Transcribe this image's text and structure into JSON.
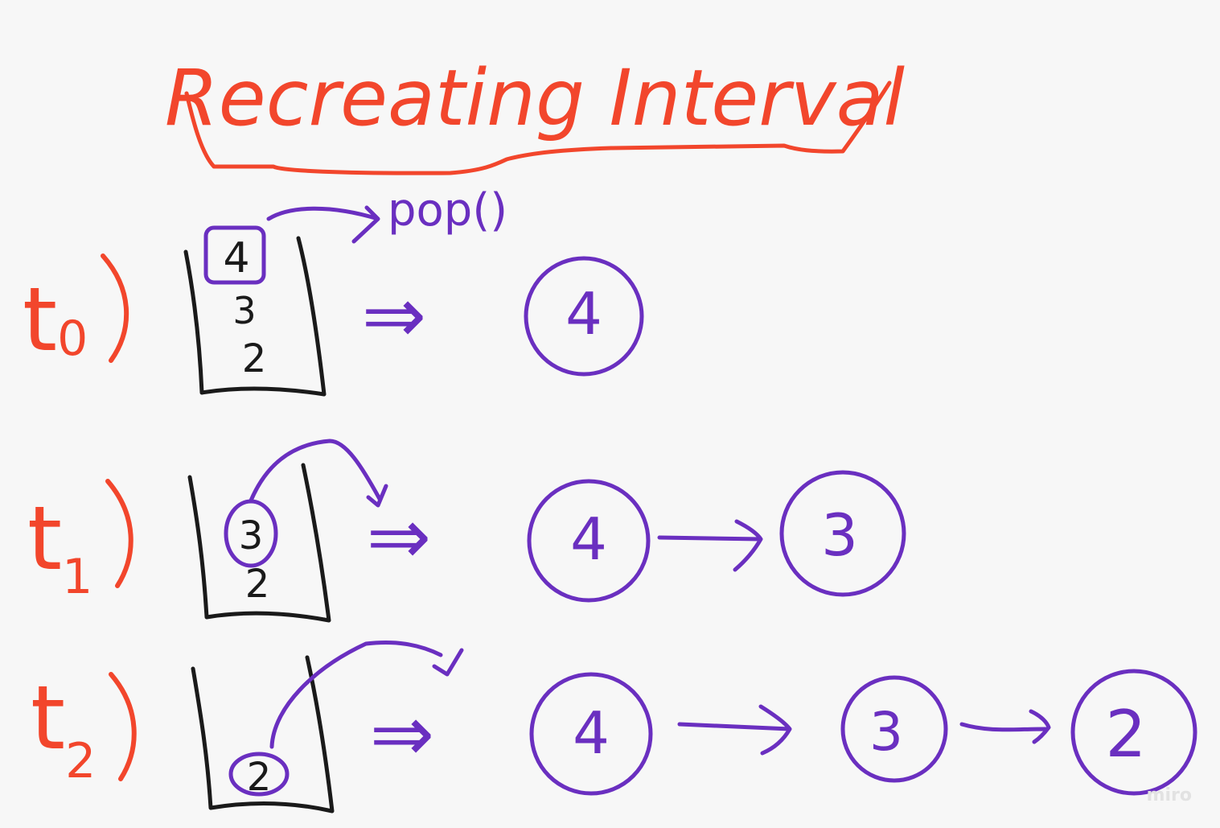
{
  "title": "Recreating Interval",
  "pop_label": "pop()",
  "watermark": "miro",
  "colors": {
    "title": "#f2462c",
    "accent": "#6a2fc0",
    "stack": "#1a1a1a",
    "background": "#f7f7f7"
  },
  "steps": [
    {
      "label_base": "t",
      "label_sub": "0",
      "stack": [
        "4",
        "3",
        "2"
      ],
      "popped": "4",
      "list": [
        "4"
      ]
    },
    {
      "label_base": "t",
      "label_sub": "1",
      "stack": [
        "3",
        "2"
      ],
      "popped": "3",
      "list": [
        "4",
        "3"
      ]
    },
    {
      "label_base": "t",
      "label_sub": "2",
      "stack": [
        "2"
      ],
      "popped": "2",
      "list": [
        "4",
        "3",
        "2"
      ]
    }
  ],
  "arrow_symbol": "⇒"
}
